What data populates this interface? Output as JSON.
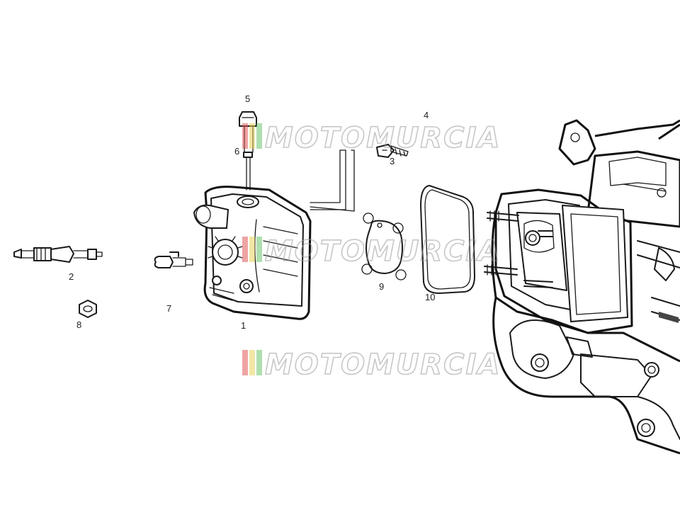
{
  "watermark": {
    "text": "MOTOMURCIA",
    "stripe_colors": [
      "#e05a5a",
      "#e8d25a",
      "#6cc46c"
    ]
  },
  "callouts": [
    {
      "id": "1",
      "label": "1"
    },
    {
      "id": "2",
      "label": "2"
    },
    {
      "id": "3",
      "label": "3"
    },
    {
      "id": "4",
      "label": "4"
    },
    {
      "id": "5",
      "label": "5"
    },
    {
      "id": "6",
      "label": "6"
    },
    {
      "id": "7",
      "label": "7"
    },
    {
      "id": "8",
      "label": "8"
    },
    {
      "id": "9",
      "label": "9"
    },
    {
      "id": "10",
      "label": "10"
    }
  ]
}
